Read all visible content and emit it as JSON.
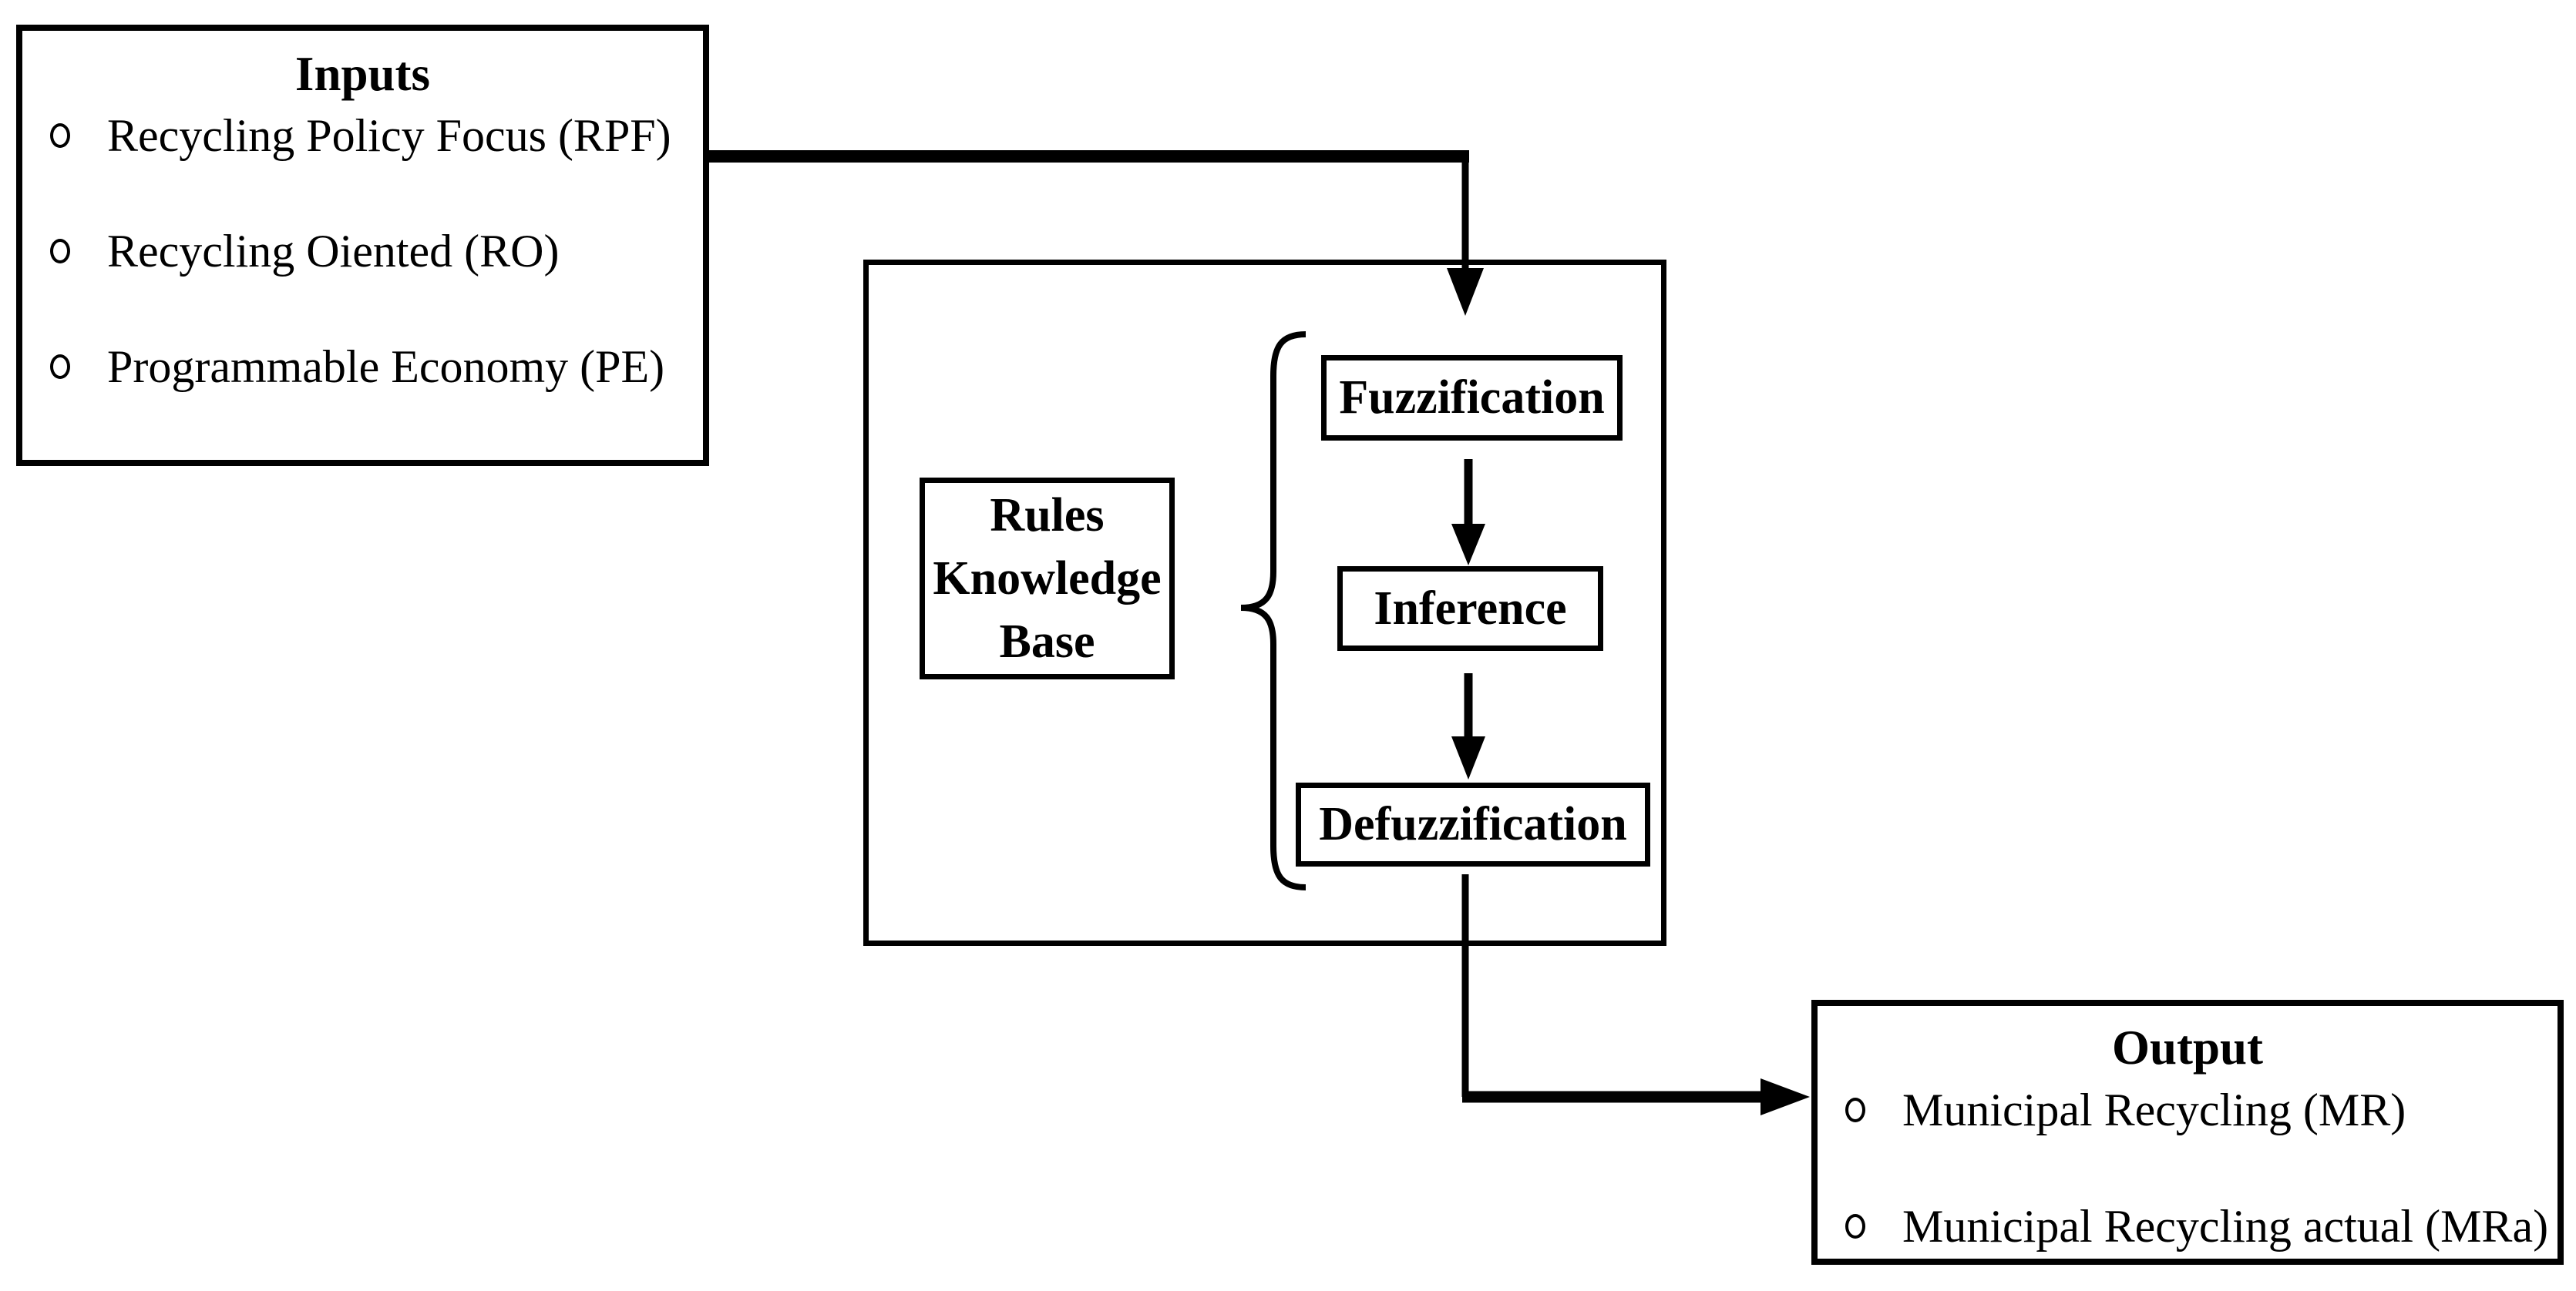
{
  "page": {
    "background_color": "#ffffff",
    "line_color": "#000000"
  },
  "inputs_box": {
    "title": "Inputs",
    "items": [
      "Recycling Policy Focus (RPF)",
      "Recycling Oiented (RO)",
      "Programmable Economy (PE)"
    ]
  },
  "system_box": {
    "rules_knowledge_base": {
      "lines": [
        "Rules",
        "Knowledge",
        "Base"
      ]
    },
    "stages": [
      "Fuzzification",
      "Inference",
      "Defuzzification"
    ]
  },
  "output_box": {
    "title": "Output",
    "items": [
      "Municipal Recycling (MR)",
      "Municipal Recycling actual (MRa)"
    ]
  }
}
